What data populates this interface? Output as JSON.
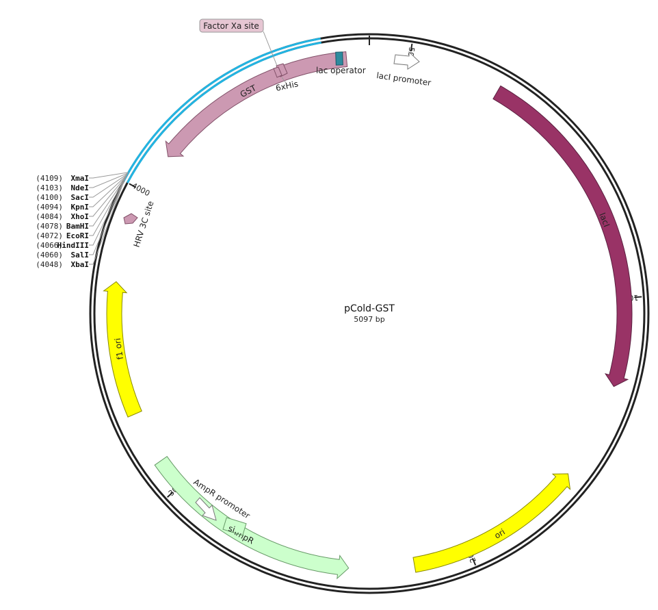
{
  "plasmid": {
    "name": "pCold-GST",
    "length_label": "5097 bp",
    "length": 5097
  },
  "ticks": [
    {
      "pos": 1000,
      "label": "1000"
    },
    {
      "pos": 2000,
      "label": "2000"
    },
    {
      "pos": 3000,
      "label": "3000"
    },
    {
      "pos": 4000,
      "label": "4000"
    },
    {
      "pos": 5000,
      "label": "5000"
    }
  ],
  "features": [
    {
      "id": "laci",
      "label": "lacI",
      "start": 200,
      "end": 1285,
      "color": "#993366",
      "dir": 1,
      "label_color": "#ffffff"
    },
    {
      "id": "ori",
      "label": "ori",
      "start": 1600,
      "end": 2180,
      "color": "#ffff00",
      "dir": -1,
      "label_color": "#222222"
    },
    {
      "id": "ampr",
      "label": "AmpR",
      "start": 2390,
      "end": 3100,
      "color": "#ccffcc",
      "dir": -1,
      "label_color": "#222222"
    },
    {
      "id": "f1ori",
      "label": "f1 ori",
      "start": 3270,
      "end": 3700,
      "color": "#ffff00",
      "dir": 1,
      "label_color": "#222222"
    },
    {
      "id": "gst",
      "label": "GST",
      "start": 4135,
      "end": 4800,
      "color": "#cc99b2",
      "dir": -1,
      "label_color": "#222222"
    }
  ],
  "small_features": {
    "sig_label": "si…",
    "hrv_label": "HRV 3C site",
    "his_label": "6xHis",
    "lac_op_label": "lac operator",
    "laci_promoter_label": "lacI promoter",
    "ampr_promoter_label": "AmpR promoter",
    "factor_xa_label": "Factor Xa site",
    "lac_op_color": "#2e8b9e",
    "mcs_color": "#22b5e3"
  },
  "sites": [
    {
      "pos": "(4109)",
      "name": "XmaI"
    },
    {
      "pos": "(4103)",
      "name": "NdeI"
    },
    {
      "pos": "(4100)",
      "name": "SacI"
    },
    {
      "pos": "(4094)",
      "name": "KpnI"
    },
    {
      "pos": "(4084)",
      "name": "XhoI"
    },
    {
      "pos": "(4078)",
      "name": "BamHI"
    },
    {
      "pos": "(4072)",
      "name": "EcoRI"
    },
    {
      "pos": "(4066)",
      "name": "HindIII"
    },
    {
      "pos": "(4060)",
      "name": "SalI"
    },
    {
      "pos": "(4048)",
      "name": "XbaI"
    }
  ]
}
